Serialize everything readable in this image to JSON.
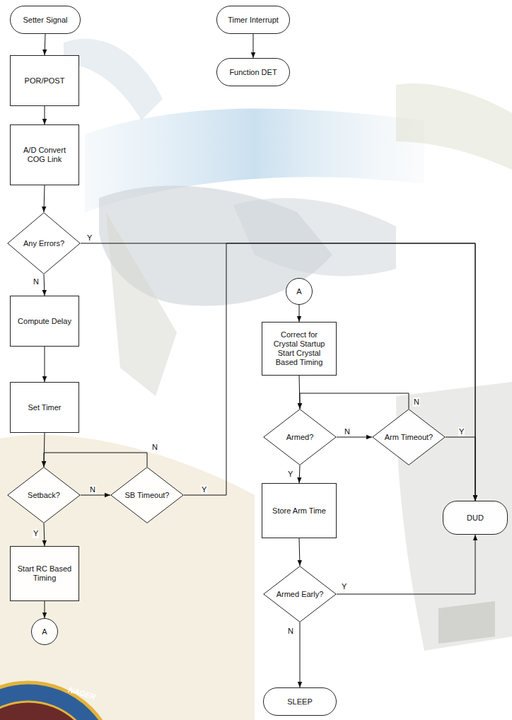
{
  "diagram": {
    "nodes": [
      {
        "text": [
          "Setter Signal"
        ]
      },
      {
        "text": [
          "Timer Interrupt"
        ]
      },
      {
        "text": [
          "POR/POST"
        ]
      },
      {
        "text": [
          "A/D Convert COG Link"
        ]
      },
      {
        "text": [
          "Any Errors?"
        ]
      },
      {
        "text": [
          "Compute Delay"
        ]
      },
      {
        "text": [
          "Set Timer"
        ]
      },
      {
        "text": [
          "Setback?"
        ]
      },
      {
        "text": [
          "SB Timeout?"
        ]
      },
      {
        "text": [
          "Start RC Based Timing"
        ]
      },
      {
        "text": [
          "A"
        ]
      },
      {
        "text": [
          "Function DET"
        ]
      },
      {
        "text": [
          "A"
        ]
      },
      {
        "text": [
          "Correct for Crystal Startup Start Crystal Based Timing"
        ]
      },
      {
        "text": [
          "Armed?"
        ]
      },
      {
        "text": [
          "Arm Timeout?"
        ]
      },
      {
        "text": [
          "Store Arm Time"
        ]
      },
      {
        "text": [
          "Armed Early?"
        ]
      },
      {
        "text": [
          "SLEEP"
        ]
      },
      {
        "text": [
          "DUD"
        ]
      }
    ],
    "edges": [
      {
        "from": 0,
        "to": 2,
        "arrow": "to"
      },
      {
        "from": 2,
        "to": 3,
        "arrow": "to"
      },
      {
        "from": 3,
        "to": 4,
        "arrow": "to"
      },
      {
        "from": 4,
        "to": 19,
        "label": "Y",
        "arrow": "to"
      },
      {
        "from": 4,
        "to": 5,
        "label": "N",
        "arrow": "to"
      },
      {
        "from": 5,
        "to": 6,
        "arrow": "to"
      },
      {
        "from": 6,
        "to": 7,
        "arrow": "to"
      },
      {
        "from": 7,
        "to": 8,
        "label": "N",
        "arrow": "to"
      },
      {
        "from": 8,
        "to": 7,
        "label": "N",
        "arrow": "to"
      },
      {
        "from": 8,
        "to": 19,
        "label": "Y",
        "arrow": "to"
      },
      {
        "from": 7,
        "to": 9,
        "label": "Y",
        "arrow": "to"
      },
      {
        "from": 9,
        "to": 10,
        "arrow": "to"
      },
      {
        "from": 1,
        "to": 11,
        "arrow": "to"
      },
      {
        "from": 12,
        "to": 13,
        "arrow": "to"
      },
      {
        "from": 13,
        "to": 14,
        "arrow": "to"
      },
      {
        "from": 14,
        "to": 15,
        "label": "N",
        "arrow": "to"
      },
      {
        "from": 15,
        "to": 14,
        "label": "N",
        "arrow": "to"
      },
      {
        "from": 15,
        "to": 19,
        "label": "Y",
        "arrow": "to"
      },
      {
        "from": 14,
        "to": 16,
        "label": "Y",
        "arrow": "to"
      },
      {
        "from": 16,
        "to": 17,
        "arrow": "to"
      },
      {
        "from": 17,
        "to": 19,
        "label": "Y",
        "arrow": "to"
      },
      {
        "from": 17,
        "to": 18,
        "label": "N",
        "arrow": "to"
      }
    ],
    "labels": [
      "NAGER"
    ]
  }
}
